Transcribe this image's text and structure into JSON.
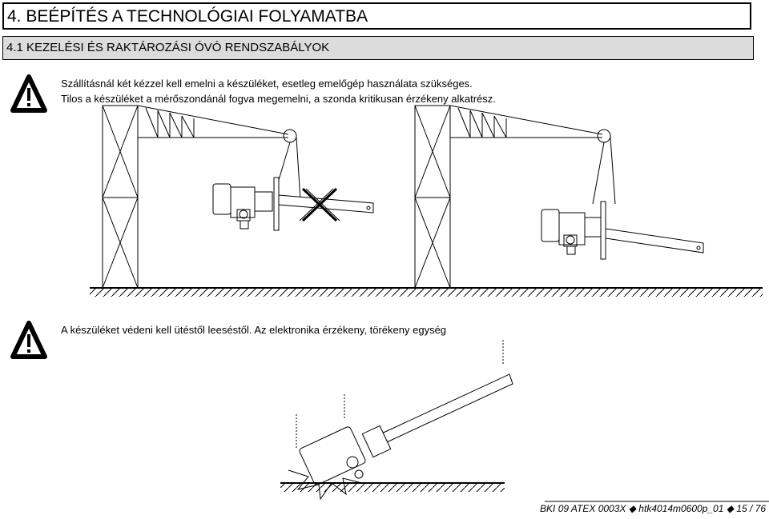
{
  "header": {
    "section_title": "4. BEÉPÍTÉS A TECHNOLÓGIAI FOLYAMATBA",
    "subsection_title": "4.1 KEZELÉSI ÉS RAKTÁROZÁSI ÓVÓ RENDSZABÁLYOK"
  },
  "warning1": {
    "line1": "Szállításnál két kézzel kell emelni a készüléket, esetleg emelőgép használata szükséges.",
    "line2": "Tilos a készüléket a mérőszondánál fogva megemelni, a szonda kritikusan érzékeny alkatrész."
  },
  "warning2": {
    "line1": "A készüléket védeni kell ütéstől leeséstől.  Az elektronika érzékeny, törékeny egység"
  },
  "footer": {
    "doc_ref": "BKI 09 ATEX 0003X  ◆  htk4014m0600p_01  ◆  15 / 76"
  },
  "icons": {
    "warning": "warning-triangle-icon"
  }
}
